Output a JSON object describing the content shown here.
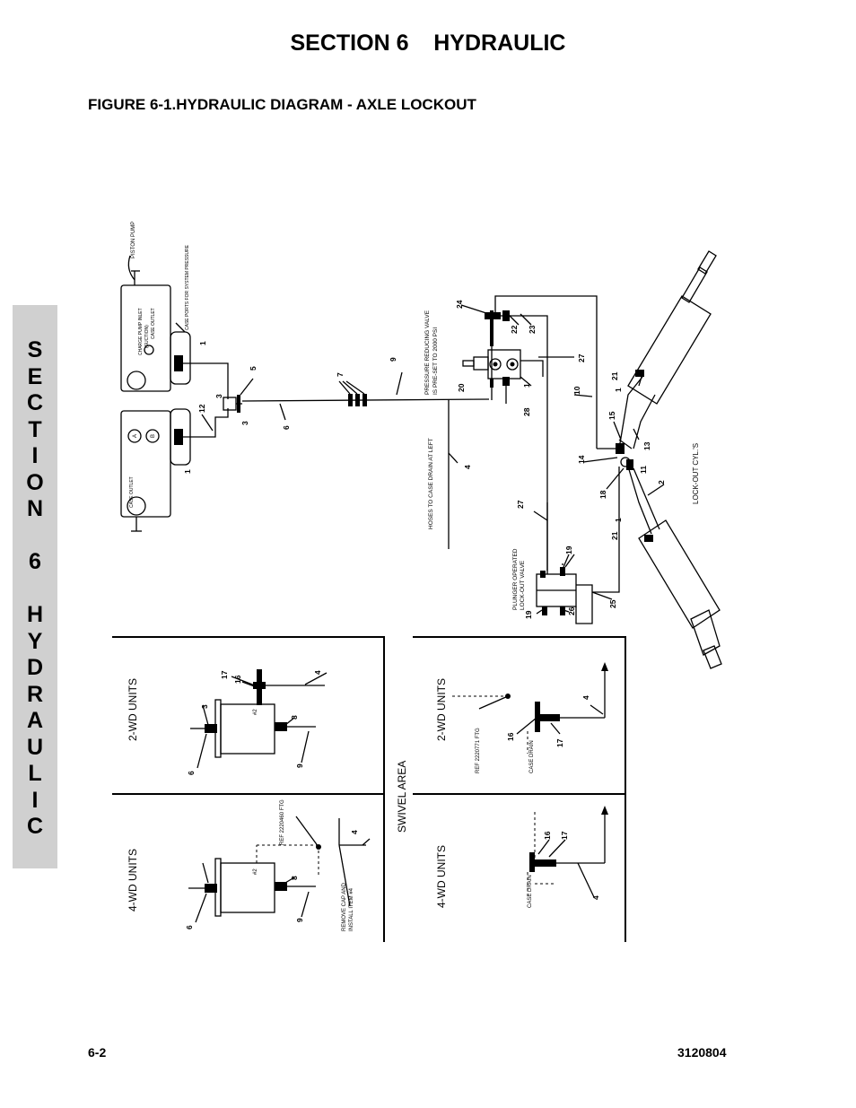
{
  "section_title": "SECTION 6    HYDRAULIC",
  "figure_title": "FIGURE 6-1.HYDRAULIC DIAGRAM - AXLE LOCKOUT",
  "side_tab": "S\nE\nC\nT\nI\nO\nN\n\n6\n\nH\nY\nD\nR\nA\nU\nL\nI\nC",
  "footer": {
    "page": "6-2",
    "doc_number": "3120804"
  },
  "diagram": {
    "labels": {
      "piston_pump": "PISTON PUMP",
      "case_ports": "CASE PORTS FOR SYSTEM PRESSURE",
      "charge_pump_inlet": "CHARGE PUMP INLET",
      "suction": "(SUCTION)",
      "case_outlet_top": "CASE OUTLET",
      "case_outlet_bottom": "CASE OUTLET",
      "port_a": "A",
      "port_b": "B",
      "pressure_valve_1": "PRESSURE REDUCING VALVE",
      "pressure_valve_2": "IS PRE-SET TO 2000 PSI",
      "hoses_case_drain": "HOSES TO CASE DRAIN AT LEFT",
      "plunger_valve_1": "PLUNGER OPERATED",
      "plunger_valve_2": "LOCK-OUT VALVE",
      "lockout_cyl": "LOCK-OUT CYL.'S",
      "two_wd_left": "2-WD UNITS",
      "four_wd_left": "4-WD UNITS",
      "two_wd_right": "2-WD UNITS",
      "four_wd_right": "4-WD UNITS",
      "swivel_area": "SWIVEL AREA",
      "ref_2220460": "REF 2220460 FTG",
      "ref_2220771": "REF 2220771 FTG",
      "remove_cap_1": "REMOVE CAP AND",
      "remove_cap_2": "INSTALL ITEM #4",
      "case_drain_1": "CASE DRAIN",
      "case_drain_2": "CASE DRAIN",
      "port_no2_a": "#2",
      "port_no2_b": "#2"
    },
    "callouts": {
      "c1a": "1",
      "c1b": "1",
      "c1c": "1",
      "c1d": "1",
      "c1e": "1",
      "c2": "2",
      "c3a": "3",
      "c3b": "3",
      "c3c": "3",
      "c4a": "4",
      "c4b": "4",
      "c4c": "4",
      "c4d": "4",
      "c4e": "4",
      "c5": "5",
      "c6a": "6",
      "c6b": "6",
      "c6c": "6",
      "c7": "7",
      "c8a": "8",
      "c8b": "8",
      "c9a": "9",
      "c9b": "9",
      "c9c": "9",
      "c10": "10",
      "c11": "11",
      "c12": "12",
      "c13": "13",
      "c14": "14",
      "c15": "15",
      "c16a": "16",
      "c16b": "16",
      "c16c": "16",
      "c17a": "17",
      "c17b": "17",
      "c17c": "17",
      "c18": "18",
      "c19a": "19",
      "c19b": "19",
      "c20": "20",
      "c21a": "21",
      "c21b": "21",
      "c22": "22",
      "c23": "23",
      "c24": "24",
      "c25": "25",
      "c26": "26",
      "c27a": "27",
      "c27b": "27",
      "c28": "28"
    }
  }
}
